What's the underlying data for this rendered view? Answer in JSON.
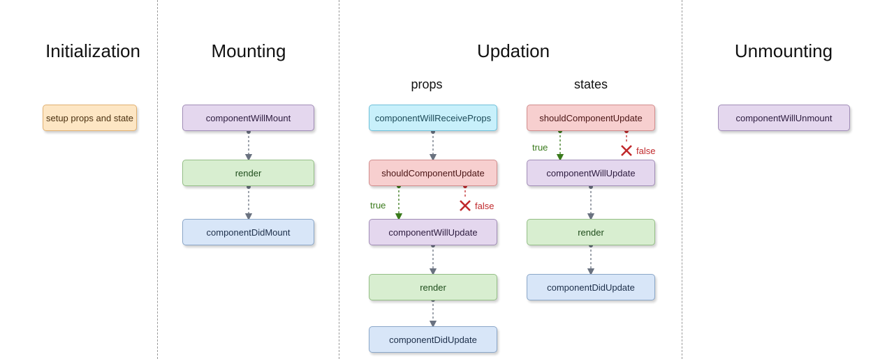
{
  "phases": {
    "initialization": "Initialization",
    "mounting": "Mounting",
    "updation": "Updation",
    "unmounting": "Unmounting"
  },
  "updation_sub": {
    "props": "props",
    "states": "states"
  },
  "nodes": {
    "setup": "setup props and state",
    "mount_will": "componentWillMount",
    "mount_render": "render",
    "mount_did": "componentDidMount",
    "props_receive": "componentWillReceiveProps",
    "props_should": "shouldComponentUpdate",
    "props_will": "componentWillUpdate",
    "props_render": "render",
    "props_did": "componentDidUpdate",
    "states_should": "shouldComponentUpdate",
    "states_will": "componentWillUpdate",
    "states_render": "render",
    "states_did": "componentDidUpdate",
    "unmount_will": "componentWillUnmount"
  },
  "flags": {
    "props_true": "true",
    "props_false": "false",
    "states_true": "true",
    "states_false": "false"
  },
  "colors": {
    "lifecycle_method": "#e4d7ee",
    "render": "#d8eed0",
    "did_method": "#d8e6f8",
    "receive_props": "#c8f0fb",
    "should_update": "#f7cfcf",
    "setup": "#fde6c4",
    "true_branch": "#3a7a1c",
    "false_branch": "#c0282b"
  }
}
